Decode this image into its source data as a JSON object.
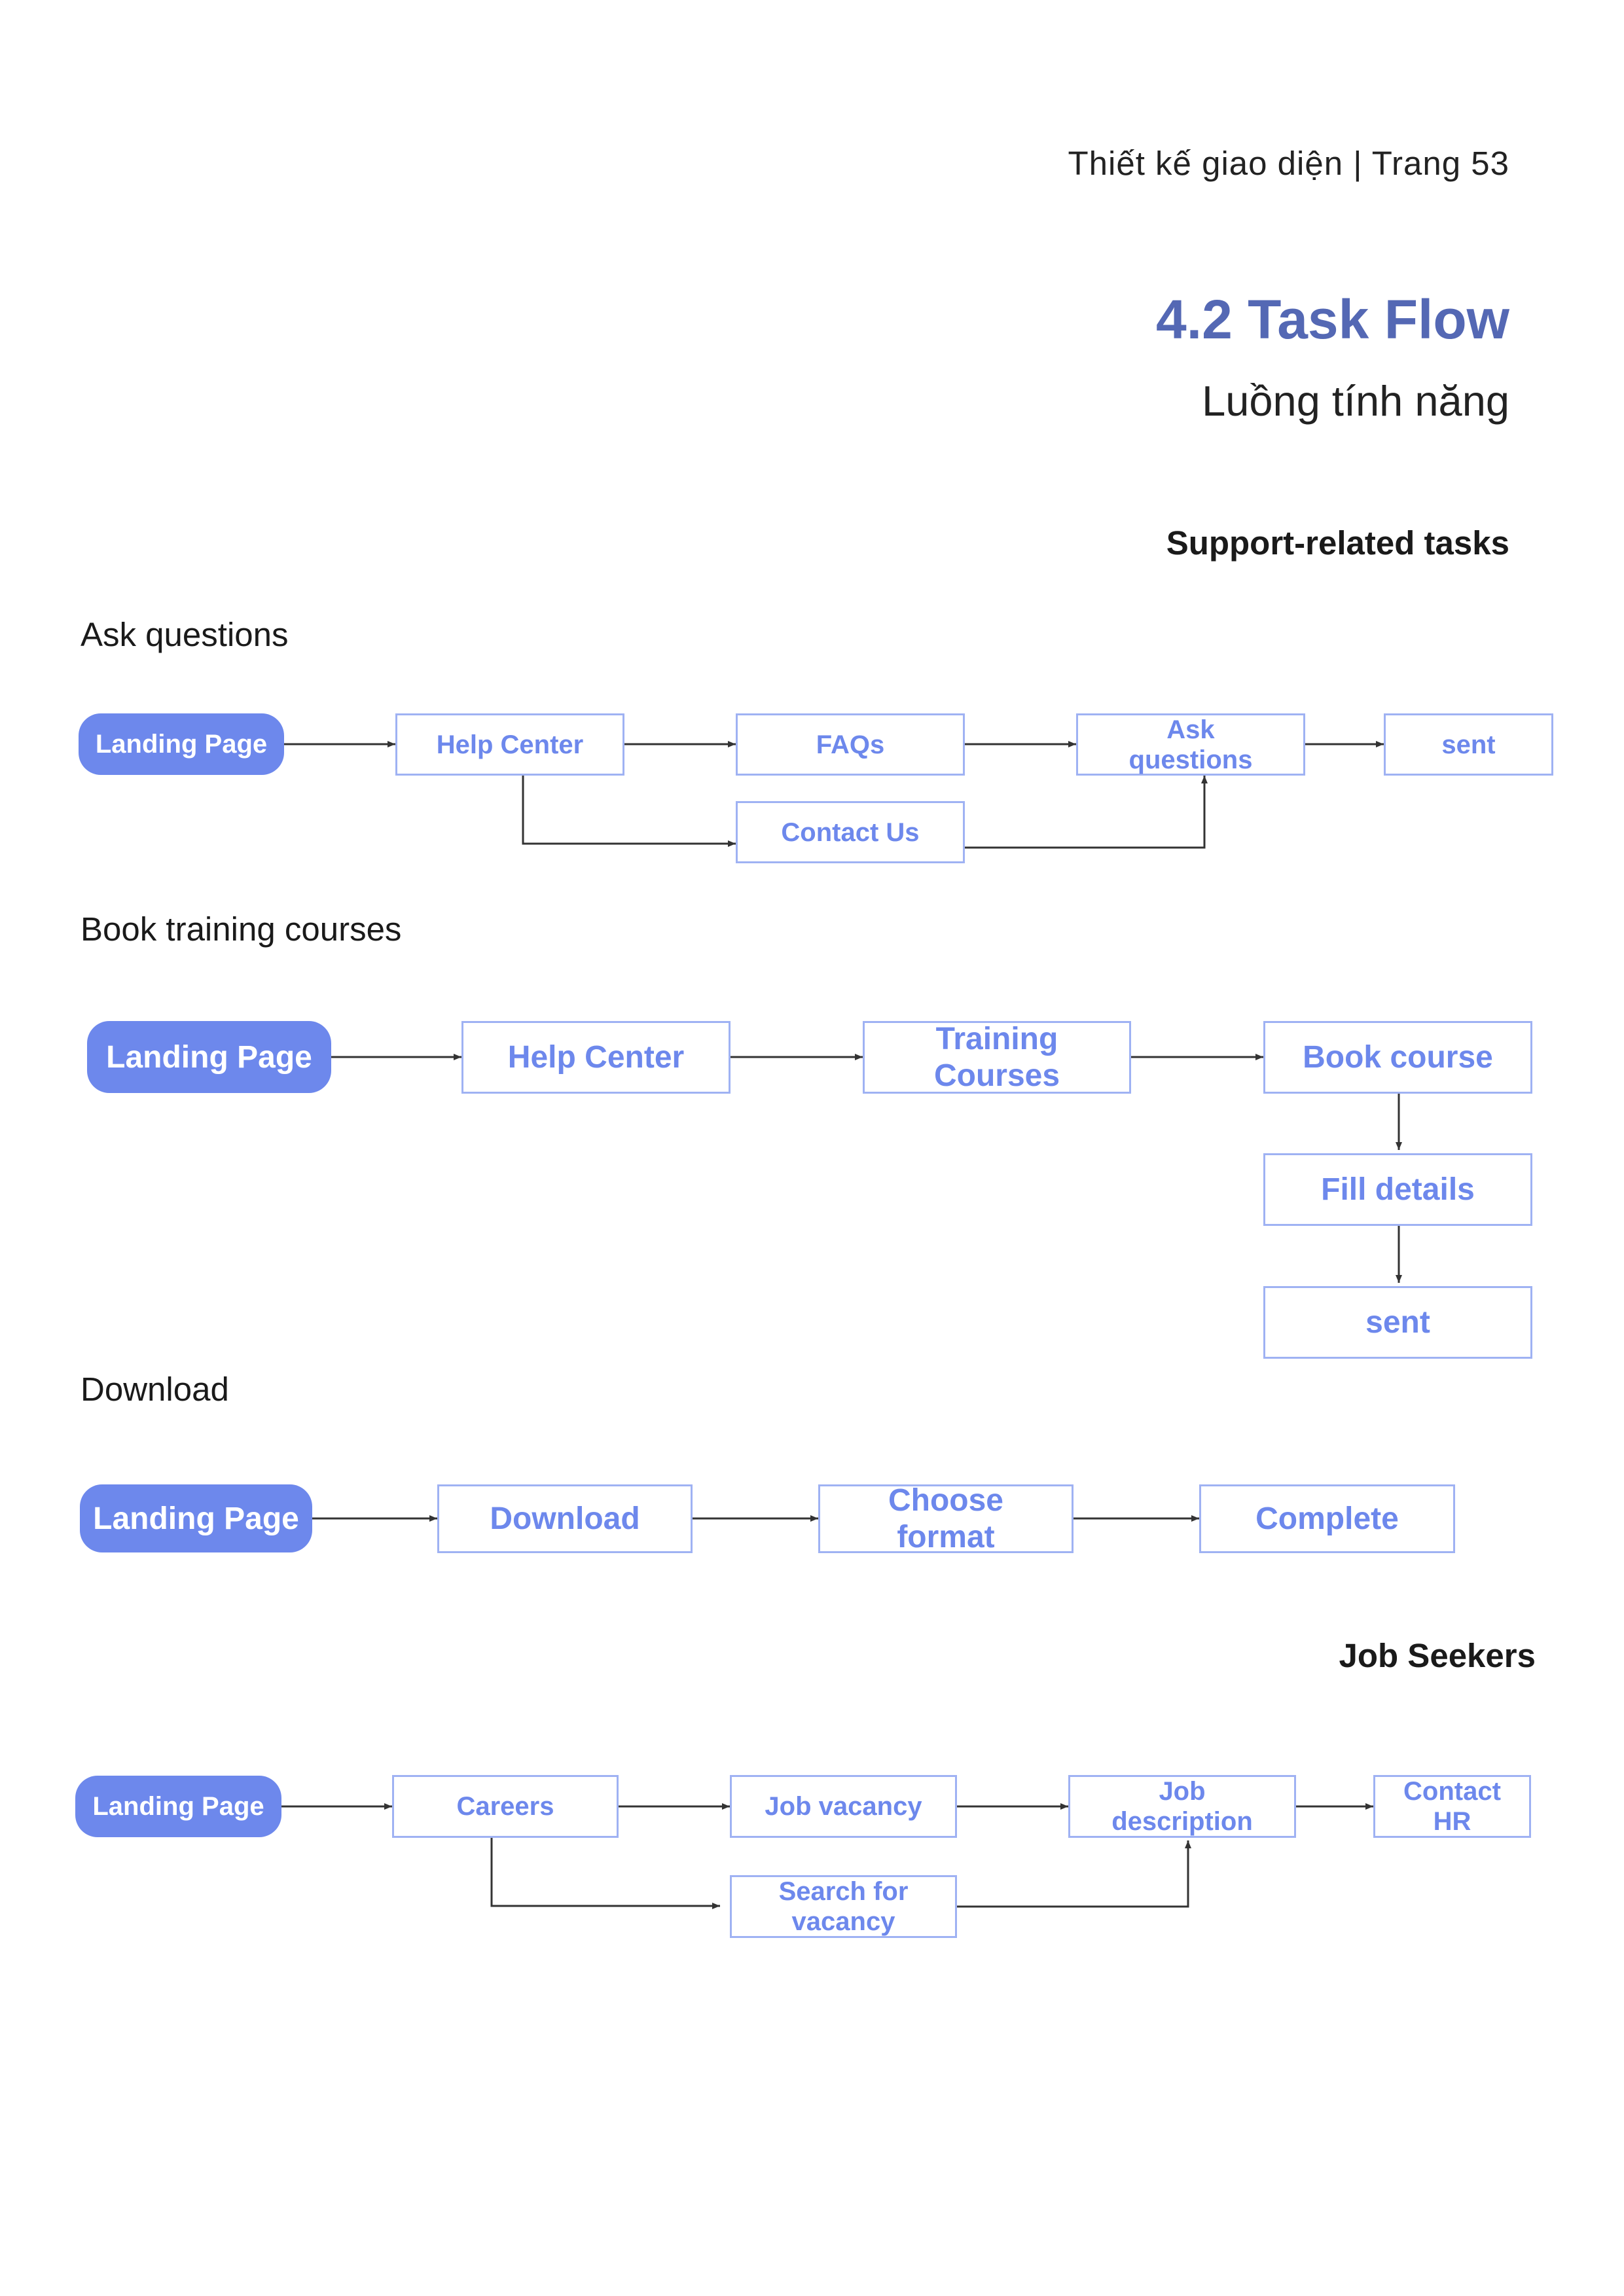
{
  "header": "Thiết kế giao diện  | Trang 53",
  "section": {
    "title": "4.2 Task Flow",
    "subtitle": "Luồng tính năng"
  },
  "groups": {
    "support": "Support-related tasks",
    "jobs": "Job Seekers"
  },
  "flows": {
    "ask": {
      "title": "Ask questions",
      "nodes": [
        "Landing Page",
        "Help Center",
        "FAQs",
        "Ask\nquestions",
        "sent",
        "Contact Us"
      ]
    },
    "book": {
      "title": "Book training courses",
      "nodes": [
        "Landing Page",
        "Help Center",
        "Training\nCourses",
        "Book course",
        "Fill details",
        "sent"
      ]
    },
    "download": {
      "title": "Download",
      "nodes": [
        "Landing Page",
        "Download",
        "Choose\nformat",
        "Complete"
      ]
    },
    "careers": {
      "nodes": [
        "Landing Page",
        "Careers",
        "Job vacancy",
        "Job\ndescription",
        "Contact\nHR",
        "Search for\nvacancy"
      ]
    }
  },
  "colors": {
    "accent": "#5468b4",
    "pill_fill": "#6d88ec",
    "box_border": "#9fb2f3",
    "box_text": "#6d88ec",
    "arrow": "#333333"
  }
}
